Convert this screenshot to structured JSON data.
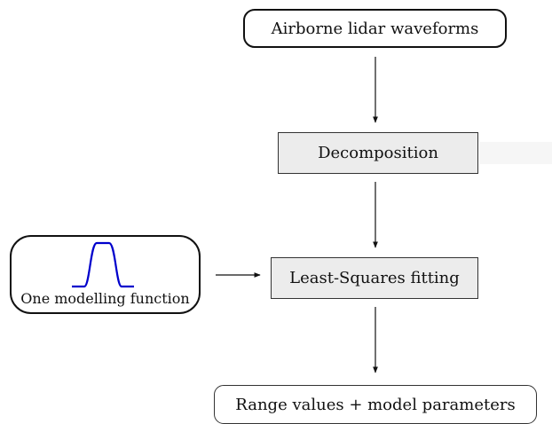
{
  "nodes": {
    "input": "Airborne lidar waveforms",
    "decomposition": "Decomposition",
    "fitting": "Least-Squares fitting",
    "output": "Range values + model parameters",
    "model_function": "One modelling function"
  },
  "colors": {
    "pulse_curve": "#0000cc",
    "process_box_fill": "#ececec",
    "arrow": "#111111"
  },
  "icons": {
    "model_pulse": "flat-top-pulse-curve"
  }
}
